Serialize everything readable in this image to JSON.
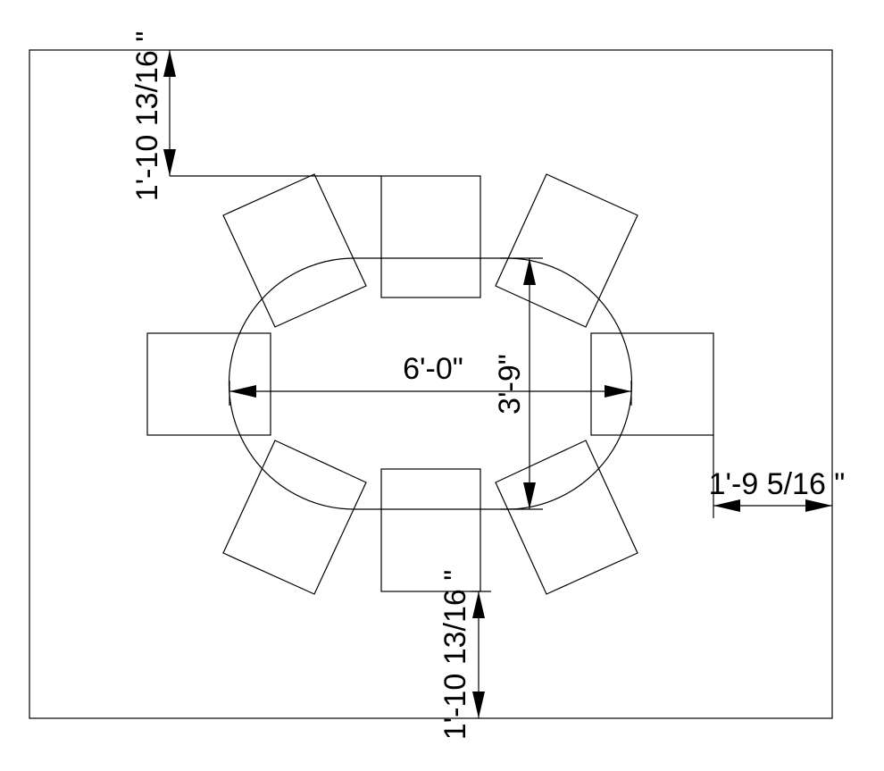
{
  "diagram": {
    "title": "Oval dining table with eight chairs plan",
    "dimensions": {
      "table_length": "6'-0\"",
      "table_width": "3'-9\"",
      "top_clearance": "1'-10 13/16 \"",
      "bottom_clearance": "1'-10 13/16 \"",
      "side_clearance": "1'-9 5/16 \""
    },
    "chair_count": 8,
    "line_color": "#000000",
    "background_color": "#ffffff"
  }
}
